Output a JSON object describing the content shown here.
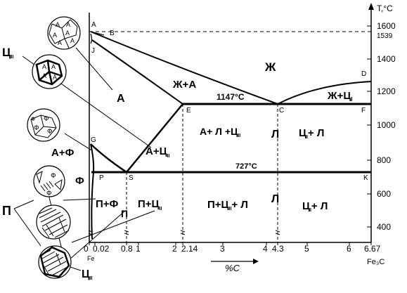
{
  "axis": {
    "y_unit": "T,°C",
    "y_ticks": [
      "1600",
      "1539",
      "1400",
      "1200",
      "1000",
      "800",
      "600",
      "400"
    ],
    "x_ticks": [
      "0",
      "0.02",
      "0.8",
      "1",
      "2",
      "2.14",
      "3",
      "4",
      "4.3",
      "5",
      "6",
      "6.67"
    ],
    "x_label": "%C",
    "x_left": "Fe",
    "x_right": "Fe₃C"
  },
  "points": {
    "A": "A",
    "B": "B",
    "J": "J",
    "D": "D",
    "E": "E",
    "C": "C",
    "F": "F",
    "G": "G",
    "P": "P",
    "S": "S",
    "K": "K"
  },
  "isotherms": {
    "eutectic": "1147°C",
    "eutectoid": "727°C"
  },
  "regions": {
    "liquid": "Ж",
    "austenite": "А",
    "liquid_austenite": "Ж+А",
    "liquid_cementite1": "Ж+Ц",
    "cementite1_sub": "I",
    "a_l_c2": "А+ Л +Ц",
    "a_l_c2_sub": "II",
    "ledeburite_top": "Л",
    "c1_l_top": "Ц",
    "c1_l_top_sub": "I",
    "c1_l_top_tail": "+ Л",
    "a_c2": "А+Ц",
    "a_c2_sub": "II",
    "a_f": "А+Ф",
    "ferrite": "Ф",
    "p_f": "П+Ф",
    "pearlite_mid": "П",
    "p_c2": "П+Ц",
    "p_c2_sub": "II",
    "p_c2_l": "П+Ц",
    "p_c2_l_sub": "II",
    "p_c2_l_tail": "+ Л",
    "ledeburite_bottom": "Л",
    "c1_l_bottom": "Ц",
    "c1_l_bottom_sub": "I",
    "c1_l_bottom_tail": "+ Л"
  },
  "micro_labels": {
    "c2_top": "Ц",
    "c2_top_sub": "II",
    "pearlite": "П",
    "c2_bottom": "Ц",
    "c2_bottom_sub": "II"
  },
  "grain_letters": {
    "austenite_grain": [
      "A",
      "A",
      "A",
      "A",
      "A",
      "A"
    ],
    "austenite_c2_grain": [
      "A",
      "A",
      "A",
      "A"
    ],
    "ferrite_grain": [
      "Ф",
      "Ф",
      "Ф",
      "Ф"
    ],
    "pearlite_ferrite_grain": [
      "Ф",
      "Ф"
    ]
  }
}
